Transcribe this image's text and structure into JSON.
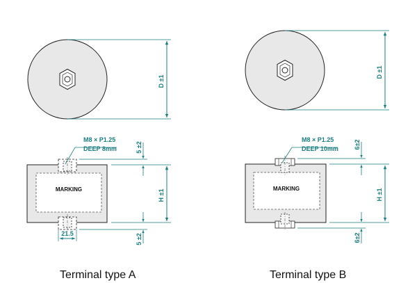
{
  "diagram": {
    "colors": {
      "dimension": "#1a7d80",
      "outline": "#222222",
      "body_fill": "#e8e8e8",
      "dashed": "#555555"
    },
    "type_a": {
      "caption": "Terminal type A",
      "diameter_label": "D ±1",
      "thread_label": "M8 × P1.25",
      "depth_label": "DEEP 8mm",
      "top_offset_label": "5 ±2",
      "height_label": "H ±1",
      "bottom_offset_label": "5 ±2",
      "width_label": "21.5",
      "marking_label": "MARKING"
    },
    "type_b": {
      "caption": "Terminal type B",
      "diameter_label": "D ±1",
      "thread_label": "M8 × P1.25",
      "depth_label": "DEEP 10mm",
      "top_offset_label": "6±2",
      "height_label": "H ±1",
      "bottom_offset_label": "6±2",
      "marking_label": "MARKING"
    }
  }
}
